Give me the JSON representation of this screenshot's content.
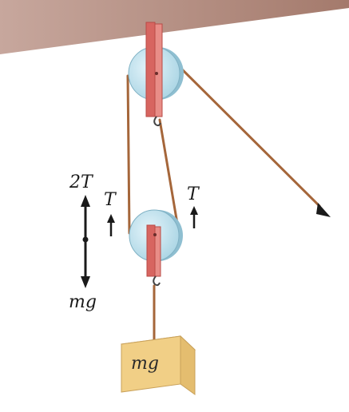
{
  "labels": {
    "two_t": "2T",
    "t_left": "T",
    "t_right": "T",
    "mg_force": "mg",
    "mg_block": "mg"
  },
  "colors": {
    "ceiling": "#a47a6c",
    "pulley": "#bfe2ee",
    "bracket": "#d76560",
    "rope": "#a5663a",
    "block": "#f1cf86",
    "arrow": "#1a1a1a"
  }
}
